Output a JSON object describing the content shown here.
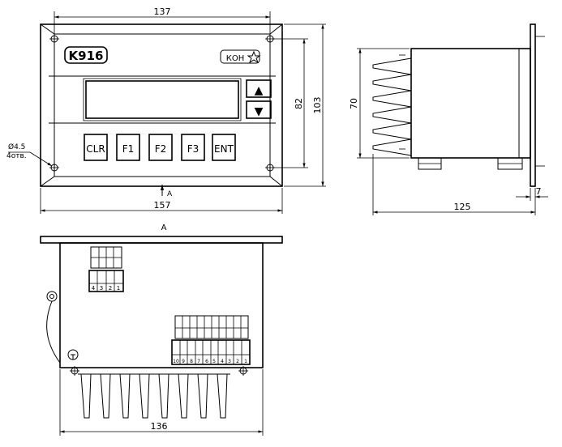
{
  "front_view": {
    "dimensions": {
      "top_hole_spacing": "137",
      "outer_width": "157",
      "height_inner": "82",
      "height_outer": "103"
    },
    "model_label": "K916",
    "brand_logo": "КОН",
    "hole_note": {
      "diameter": "Ø4.5",
      "count": "4отв."
    },
    "buttons": [
      {
        "label": "CLR"
      },
      {
        "label": "F1"
      },
      {
        "label": "F2"
      },
      {
        "label": "F3"
      },
      {
        "label": "ENT"
      }
    ],
    "arrow_up_symbol": "▲",
    "arrow_down_symbol": "▼",
    "view_marker": "A"
  },
  "side_view": {
    "dimensions": {
      "height": "70",
      "depth": "125",
      "flange": "7"
    }
  },
  "bottom_view": {
    "title": "A",
    "dimensions": {
      "width": "136"
    },
    "connector_small": {
      "pin_numbers": [
        "4",
        "3",
        "2",
        "1"
      ]
    },
    "connector_large": {
      "pin_numbers": [
        "10",
        "9",
        "8",
        "7",
        "6",
        "5",
        "4",
        "3",
        "2",
        "1"
      ]
    }
  }
}
